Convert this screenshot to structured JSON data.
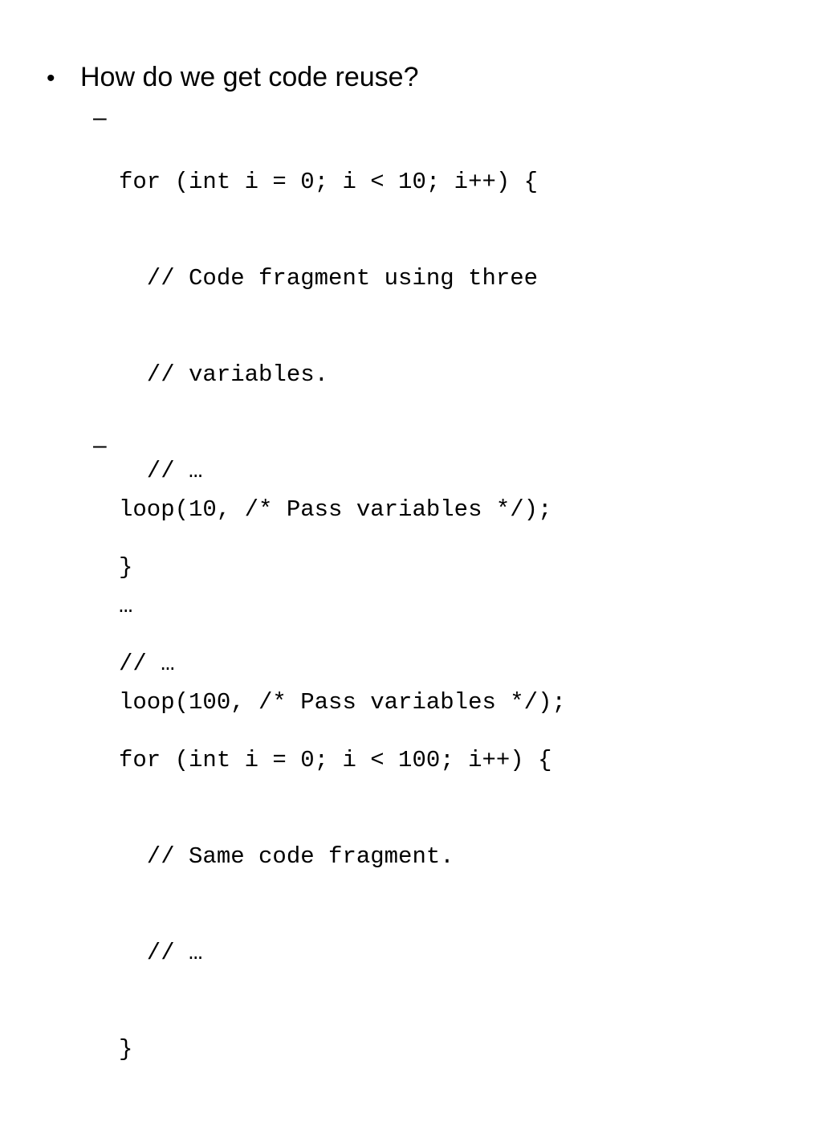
{
  "slide": {
    "bullet": {
      "symbol": "•",
      "text": "How do we get code reuse?"
    },
    "sub_items": [
      {
        "symbol": "–",
        "lines": [
          "for (int i = 0; i < 10; i++) {",
          "  // Code fragment using three",
          "  // variables.",
          "  // …",
          "}",
          "// …",
          "for (int i = 0; i < 100; i++) {",
          "  // Same code fragment.",
          "  // …",
          "}"
        ]
      },
      {
        "symbol": "–",
        "lines": [
          "loop(10, /* Pass variables */);",
          "…",
          "loop(100, /* Pass variables */);"
        ]
      }
    ]
  }
}
